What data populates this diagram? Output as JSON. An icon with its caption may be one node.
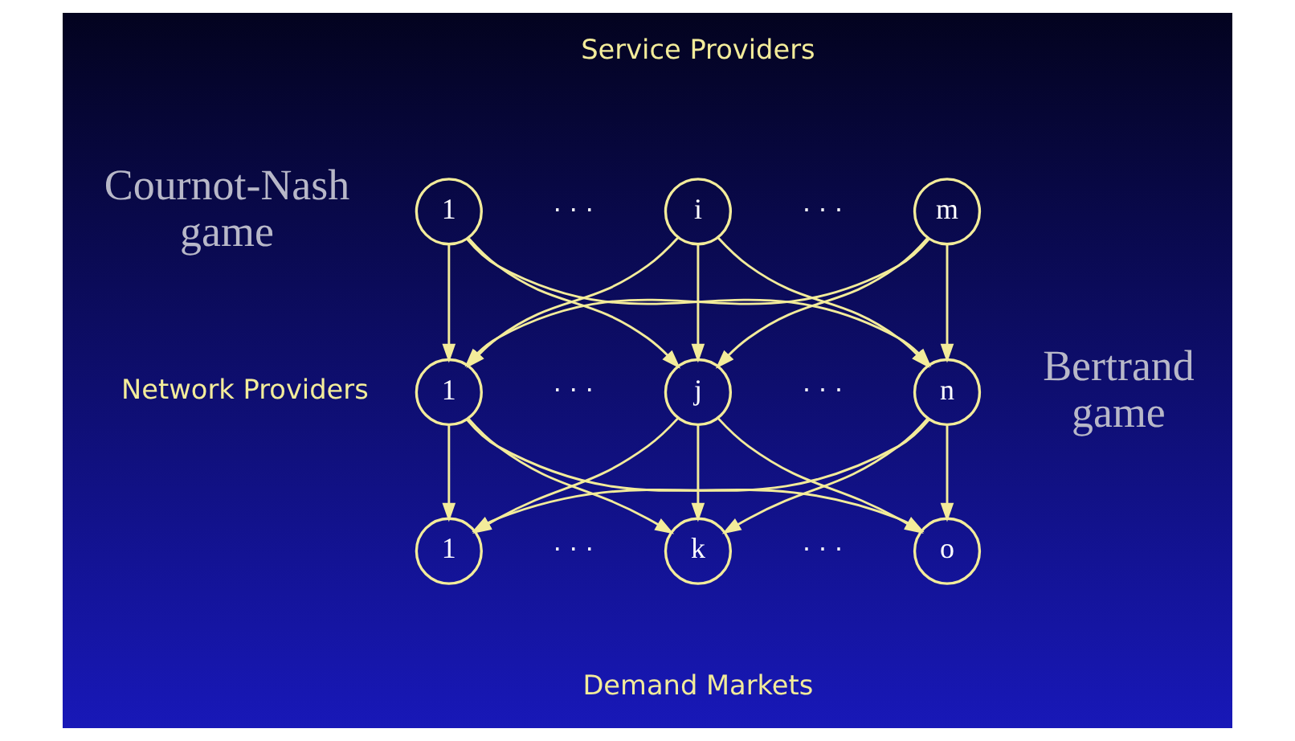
{
  "diagram": {
    "nodes": [
      {
        "text": [
          "1"
        ]
      },
      {
        "text": [
          "i"
        ]
      },
      {
        "text": [
          "m"
        ]
      },
      {
        "text": [
          "1"
        ]
      },
      {
        "text": [
          "j"
        ]
      },
      {
        "text": [
          "n"
        ]
      },
      {
        "text": [
          "1"
        ]
      },
      {
        "text": [
          "k"
        ]
      },
      {
        "text": [
          "o"
        ]
      }
    ],
    "edges": [
      {
        "from": 0,
        "to": 3,
        "arrow": "to"
      },
      {
        "from": 0,
        "to": 4,
        "arrow": "to"
      },
      {
        "from": 0,
        "to": 5,
        "arrow": "to"
      },
      {
        "from": 1,
        "to": 3,
        "arrow": "to"
      },
      {
        "from": 1,
        "to": 4,
        "arrow": "to"
      },
      {
        "from": 1,
        "to": 5,
        "arrow": "to"
      },
      {
        "from": 2,
        "to": 3,
        "arrow": "to"
      },
      {
        "from": 2,
        "to": 4,
        "arrow": "to"
      },
      {
        "from": 2,
        "to": 5,
        "arrow": "to"
      },
      {
        "from": 3,
        "to": 6,
        "arrow": "to"
      },
      {
        "from": 3,
        "to": 7,
        "arrow": "to"
      },
      {
        "from": 3,
        "to": 8,
        "arrow": "to"
      },
      {
        "from": 4,
        "to": 6,
        "arrow": "to"
      },
      {
        "from": 4,
        "to": 7,
        "arrow": "to"
      },
      {
        "from": 4,
        "to": 8,
        "arrow": "to"
      },
      {
        "from": 5,
        "to": 6,
        "arrow": "to"
      },
      {
        "from": 5,
        "to": 7,
        "arrow": "to"
      },
      {
        "from": 5,
        "to": 8,
        "arrow": "to"
      }
    ],
    "labels": [
      "Service Providers",
      "Cournot-Nash game",
      "· · ·",
      "· · ·",
      "Network Providers",
      "· · ·",
      "· · ·",
      "Bertrand game",
      "· · ·",
      "· · ·",
      "Demand Markets"
    ]
  }
}
